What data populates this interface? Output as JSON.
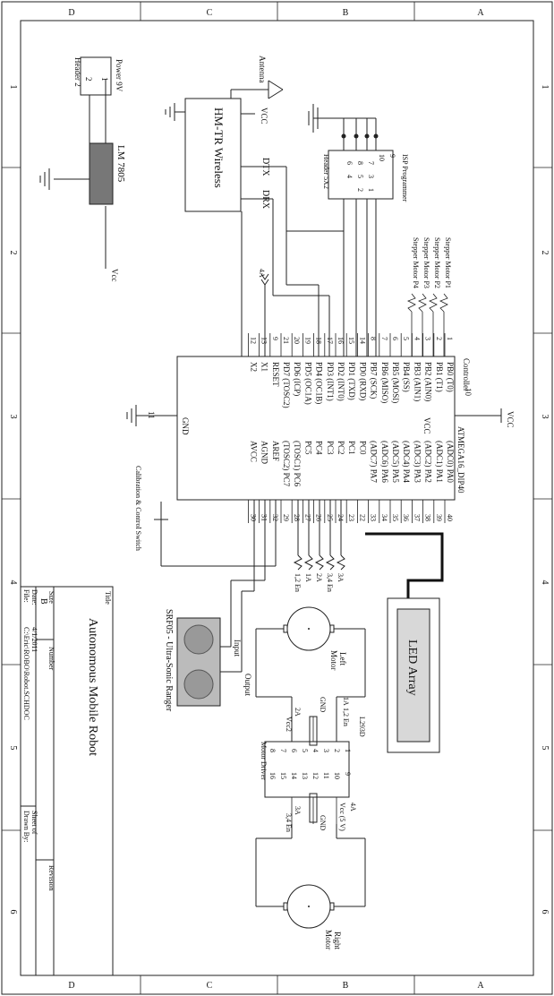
{
  "zones": {
    "letters": [
      "D",
      "C",
      "B",
      "A"
    ],
    "numbers": [
      "1",
      "2",
      "3",
      "4",
      "5",
      "6"
    ]
  },
  "title_block": {
    "title_label": "Title",
    "title": "Autonomous Mobile Robot",
    "size_label": "Size",
    "size": "B",
    "number_label": "Number",
    "revision_label": "Revision",
    "date_label": "Date:",
    "date": "4/1/2011",
    "sheet_label": "Sheet  of",
    "file_label": "File:",
    "file": "C:\\Eric\\ROBO\\Robot.SCHDOC",
    "drawn_label": "Drawn By:"
  },
  "power": {
    "header_label": "Power 9V",
    "header_name": "Header 2",
    "pin1": "1",
    "pin2": "2",
    "regulator": "LM 7805",
    "vcc": "Vcc"
  },
  "wireless": {
    "name": "HM-TR Wireless",
    "antenna": "Antenna",
    "vcc": "VCC",
    "dtx": "DTX",
    "drx": "DRX"
  },
  "isp": {
    "name": "ISP Programmer",
    "header": "Header 5X2",
    "pins": [
      "10",
      "9",
      "8",
      "7",
      "6",
      "5",
      "4",
      "3",
      "2",
      "1"
    ]
  },
  "steppers": [
    "Stepper Motor P1",
    "Stepper Motor P2",
    "Stepper Motor P3",
    "Stepper Motor P4"
  ],
  "mcu": {
    "label": "Controller",
    "part": "ATMEGA16_DIP40",
    "vcc": "VCC",
    "vcc_pin": "10",
    "vcc_net": "VCC",
    "gnd": "GND",
    "gnd_pin": "11",
    "left_pins": [
      {
        "num": "1",
        "name": "PB0 (T0)"
      },
      {
        "num": "2",
        "name": "PB1 (T1)"
      },
      {
        "num": "3",
        "name": "PB2 (AIN0)"
      },
      {
        "num": "4",
        "name": "PB3 (AIN1)"
      },
      {
        "num": "5",
        "name": "PB4 (SS)"
      },
      {
        "num": "6",
        "name": "PB5 (MOSI)"
      },
      {
        "num": "7",
        "name": "PB6 (MISO)"
      },
      {
        "num": "8",
        "name": "PB7 (SCK)"
      },
      {
        "num": "14",
        "name": "PD0 (RXD)"
      },
      {
        "num": "15",
        "name": "PD1 (TXD)"
      },
      {
        "num": "16",
        "name": "PD2 (INT0)"
      },
      {
        "num": "17",
        "name": "PD3 (INT1)"
      },
      {
        "num": "18",
        "name": "PD4 (OC1B)"
      },
      {
        "num": "19",
        "name": "PD5 (OC1A)"
      },
      {
        "num": "20",
        "name": "PD6 (ICP)"
      },
      {
        "num": "21",
        "name": "PD7 (TOSC2)"
      },
      {
        "num": "9",
        "name": "RESET"
      },
      {
        "num": "13",
        "name": "X1"
      },
      {
        "num": "12",
        "name": "X2"
      }
    ],
    "right_pins": [
      {
        "num": "40",
        "name": "(ADC0) PA0"
      },
      {
        "num": "39",
        "name": "(ADC1) PA1"
      },
      {
        "num": "38",
        "name": "(ADC2) PA2"
      },
      {
        "num": "37",
        "name": "(ADC3) PA3"
      },
      {
        "num": "36",
        "name": "(ADC4) PA4"
      },
      {
        "num": "35",
        "name": "(ADC5) PA5"
      },
      {
        "num": "34",
        "name": "(ADC6) PA6"
      },
      {
        "num": "33",
        "name": "(ADC7) PA7"
      },
      {
        "num": "22",
        "name": "PC0"
      },
      {
        "num": "23",
        "name": "PC1"
      },
      {
        "num": "24",
        "name": "PC2"
      },
      {
        "num": "25",
        "name": "PC3"
      },
      {
        "num": "26",
        "name": "PC4"
      },
      {
        "num": "27",
        "name": "PC5"
      },
      {
        "num": "28",
        "name": "(TOSC1) PC6"
      },
      {
        "num": "29",
        "name": "(TOSC2) PC7"
      },
      {
        "num": "32",
        "name": "AREF"
      },
      {
        "num": "31",
        "name": "AGND"
      },
      {
        "num": "30",
        "name": "AVCC"
      }
    ]
  },
  "switch_label": "Calibration & Control Switch",
  "net_4a": "4A",
  "nets_pc": [
    "1,2 En",
    "1A",
    "2A",
    "3,4 En",
    "3A"
  ],
  "led": {
    "name": "LED Array"
  },
  "sonar": {
    "name": "SRF05 - Ultra-Sonic Ranger",
    "input": "Input",
    "output": "Output"
  },
  "left_motor": {
    "name_l1": "Left",
    "name_l2": "Motor"
  },
  "right_motor": {
    "name_l1": "Right",
    "name_l2": "Motor"
  },
  "driver": {
    "part": "L293D",
    "label": "Motor Driver",
    "top_nums": [
      "1",
      "2",
      "3",
      "4",
      "5",
      "6",
      "7",
      "8"
    ],
    "bot_nums": [
      "9",
      "10",
      "11",
      "12",
      "13",
      "14",
      "15",
      "16"
    ],
    "n_12en": "1,2 En",
    "n_1a": "1A",
    "n_gnd_l": "GND",
    "n_2a": "2A",
    "n_vcc2": "Vcc2",
    "n_vcc5": "Vcc (5 V)",
    "n_4a": "4A",
    "n_gnd_r": "GND",
    "n_3a": "3A",
    "n_34en": "3,4 En"
  }
}
